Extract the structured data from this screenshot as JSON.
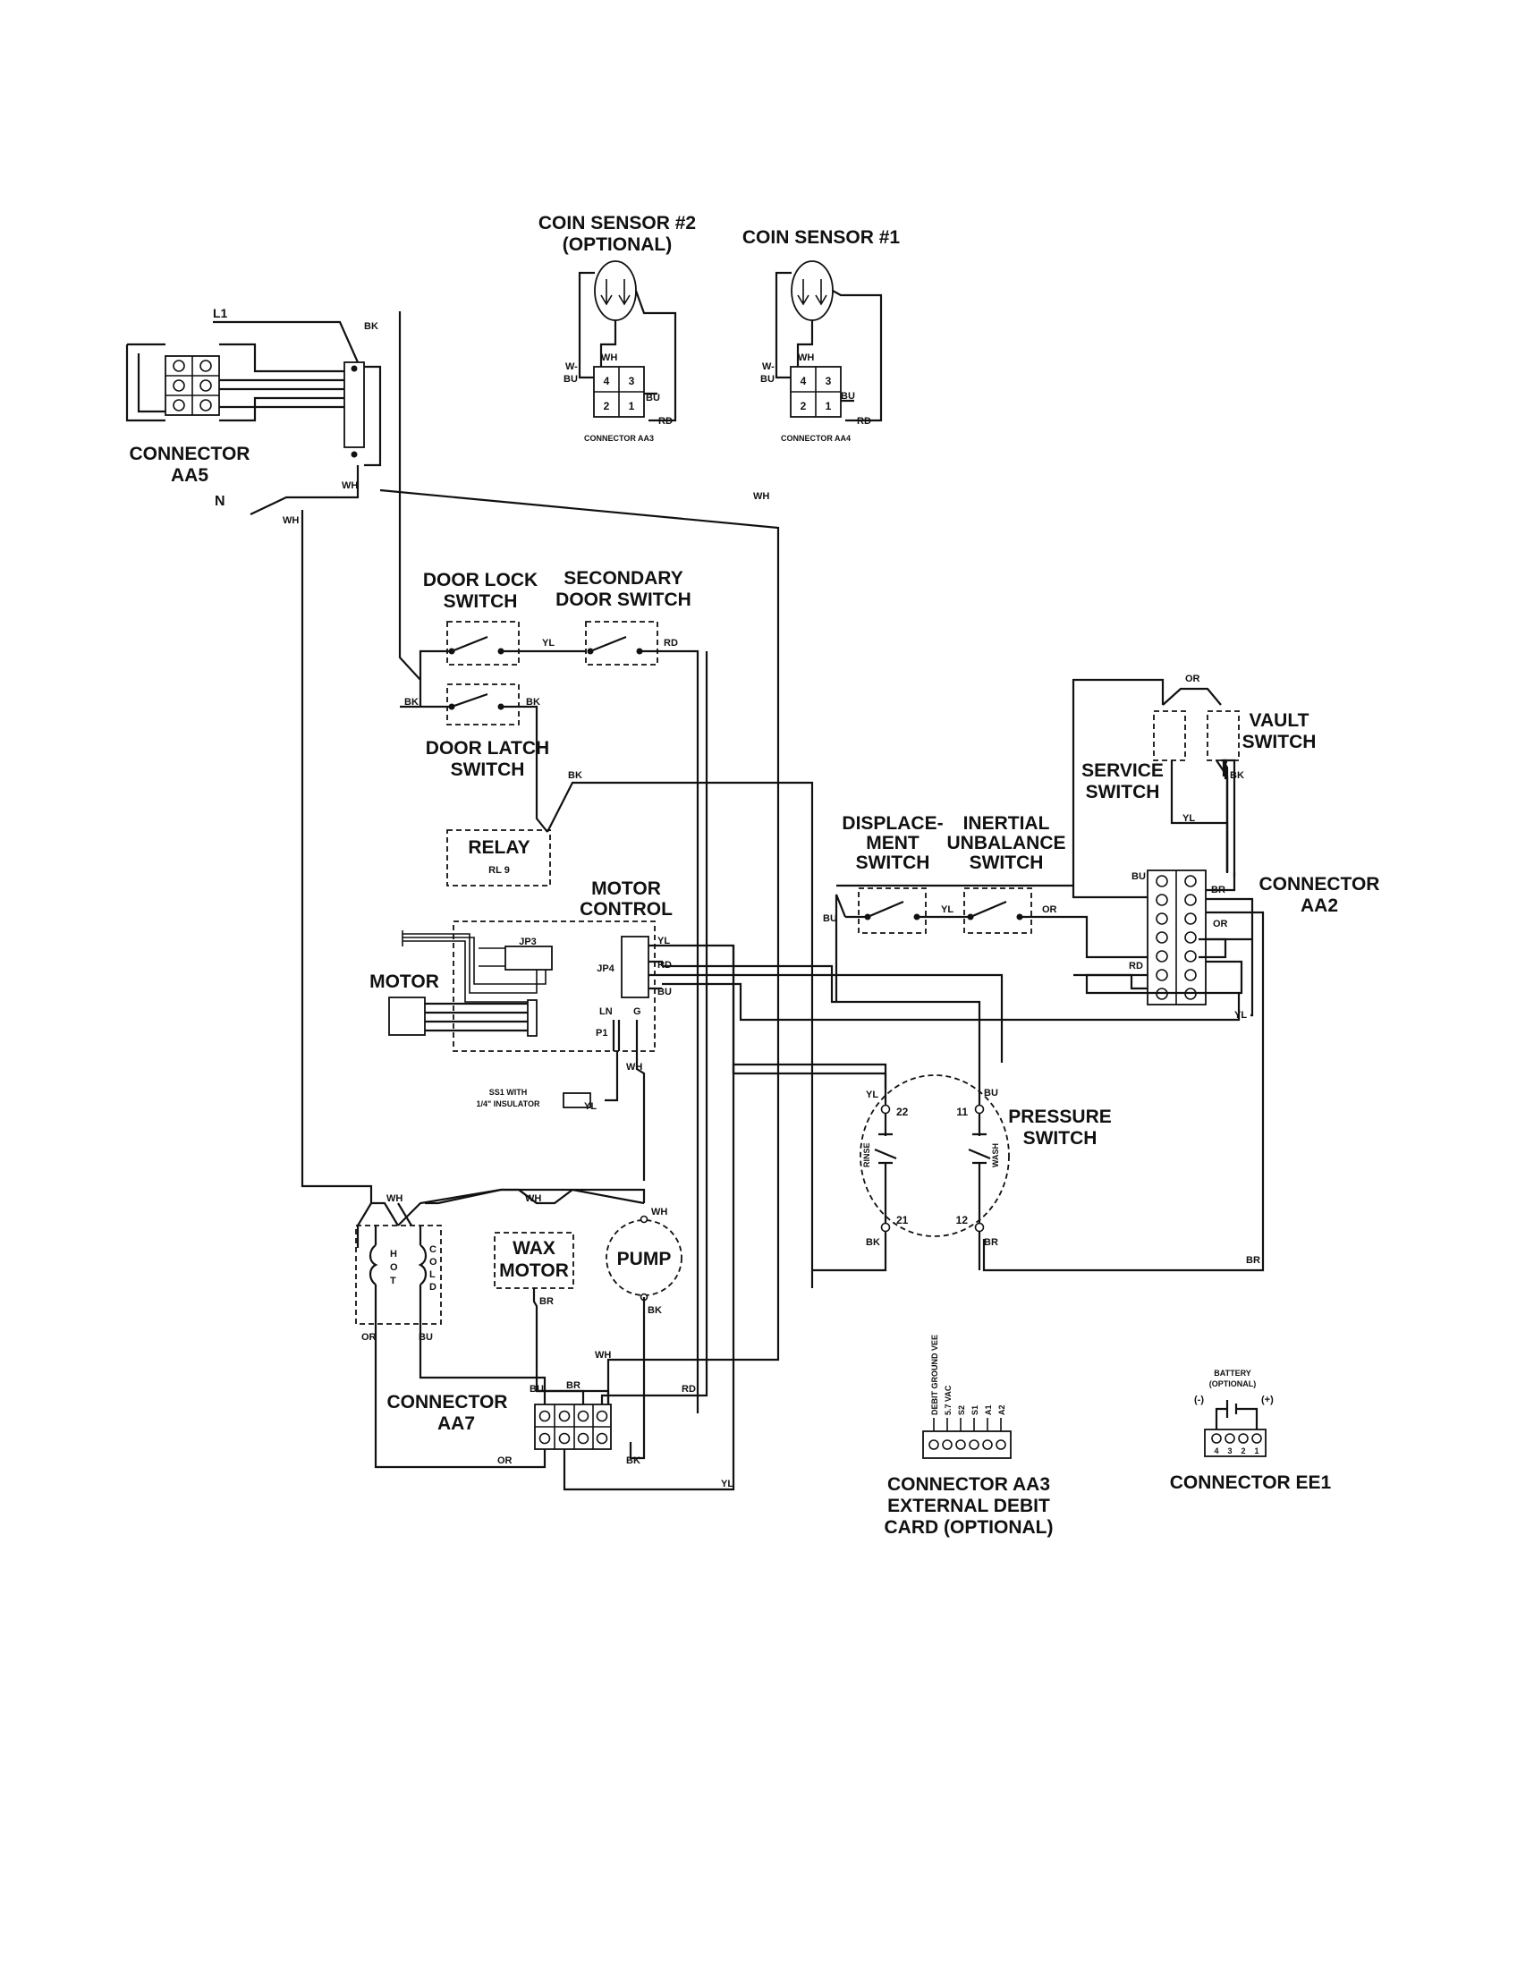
{
  "diagram": {
    "components": {
      "coin_sensor_2": [
        "COIN SENSOR #2",
        "(OPTIONAL)"
      ],
      "coin_sensor_1": "COIN SENSOR #1",
      "connector_aa3_small": "CONNECTOR AA3",
      "connector_aa4_small": "CONNECTOR AA4",
      "connector_aa5": [
        "CONNECTOR",
        "AA5"
      ],
      "l1": "L1",
      "n": "N",
      "door_lock_switch": [
        "DOOR LOCK",
        "SWITCH"
      ],
      "secondary_door_switch": [
        "SECONDARY",
        "DOOR SWITCH"
      ],
      "door_latch_switch": [
        "DOOR LATCH",
        "SWITCH"
      ],
      "relay": [
        "RELAY",
        "RL 9"
      ],
      "motor_control": [
        "MOTOR",
        "CONTROL"
      ],
      "motor": "MOTOR",
      "jp3": "JP3",
      "jp4": "JP4",
      "p1": "P1",
      "ln": "LN",
      "g": "G",
      "ss1": [
        "SS1 WITH",
        "1/4\" INSULATOR"
      ],
      "service_switch": [
        "SERVICE",
        "SWITCH"
      ],
      "vault_switch": [
        "VAULT",
        "SWITCH"
      ],
      "displacement_switch": [
        "DISPLACE-",
        "MENT",
        "SWITCH"
      ],
      "inertial_switch": [
        "INERTIAL",
        "UNBALANCE",
        "SWITCH"
      ],
      "connector_aa2": [
        "CONNECTOR",
        "AA2"
      ],
      "pressure_switch": [
        "PRESSURE",
        "SWITCH"
      ],
      "wax_motor": [
        "WAX",
        "MOTOR"
      ],
      "pump": "PUMP",
      "connector_aa7": [
        "CONNECTOR",
        "AA7"
      ],
      "connector_aa3_ext": [
        "CONNECTOR AA3",
        "EXTERNAL DEBIT",
        "CARD (OPTIONAL)"
      ],
      "connector_ee1": "CONNECTOR EE1",
      "battery": [
        "BATTERY",
        "(OPTIONAL)"
      ],
      "battery_minus": "(-)",
      "battery_plus": "(+)",
      "heater_letters": [
        "H",
        "O",
        "T"
      ],
      "cold_letters": [
        "C",
        "O",
        "L",
        "D"
      ],
      "rinse": "RINSE",
      "wash": "WASH",
      "aa3_pins": [
        "DEBIT GROUND VEE",
        "5.7 VAC",
        "S2",
        "S1",
        "A1",
        "A2"
      ]
    },
    "wire_colors": {
      "bk": "BK",
      "wh": "WH",
      "yl": "YL",
      "rd": "RD",
      "bu": "BU",
      "br": "BR",
      "or": "OR",
      "wbu": [
        "W-",
        "BU"
      ]
    },
    "pins": {
      "sensor": [
        "4",
        "3",
        "2",
        "1"
      ],
      "ps": [
        "22",
        "11",
        "21",
        "12"
      ],
      "ee1": [
        "4",
        "3",
        "2",
        "1"
      ]
    }
  }
}
